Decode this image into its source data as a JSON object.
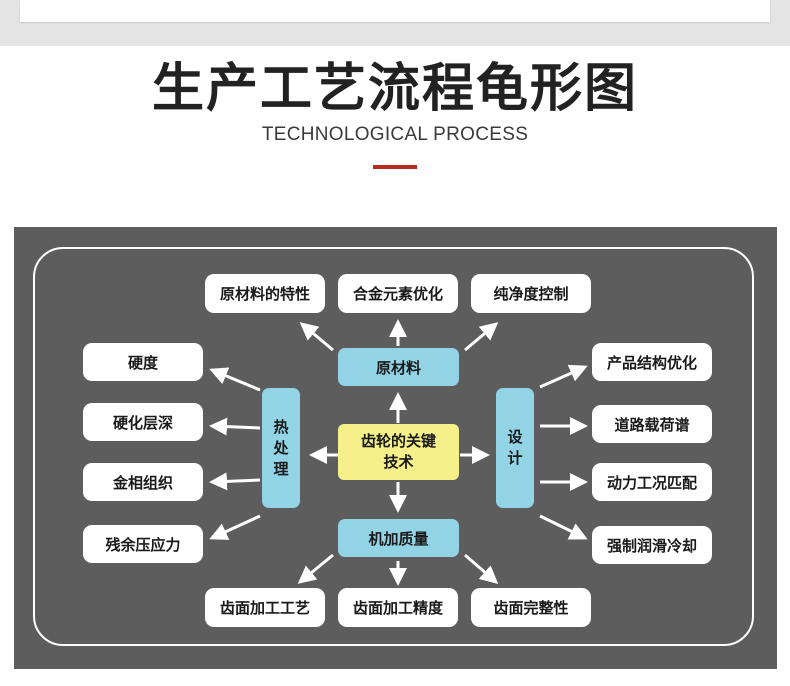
{
  "header": {
    "title": "生产工艺流程龟形图",
    "subtitle": "TECHNOLOGICAL PROCESS"
  },
  "colors": {
    "accent": "#b8291f",
    "panel": "#5d5d5d",
    "hub_fill": "#92d4e6",
    "center_fill": "#f6f08a"
  },
  "diagram": {
    "center": {
      "line1": "齿轮的关键",
      "line2": "技术"
    },
    "hubs": {
      "raw_material": "原材料",
      "machining_quality": "机加质量",
      "heat_treatment": [
        "热",
        "处",
        "理"
      ],
      "design": [
        "设",
        "计"
      ]
    },
    "raw_material_items": [
      "原材料的特性",
      "合金元素优化",
      "纯净度控制"
    ],
    "machining_items": [
      "齿面加工工艺",
      "齿面加工精度",
      "齿面完整性"
    ],
    "heat_treatment_items": [
      "硬度",
      "硬化层深",
      "金相组织",
      "残余压应力"
    ],
    "design_items": [
      "产品结构优化",
      "道路载荷谱",
      "动力工况匹配",
      "强制润滑冷却"
    ]
  }
}
